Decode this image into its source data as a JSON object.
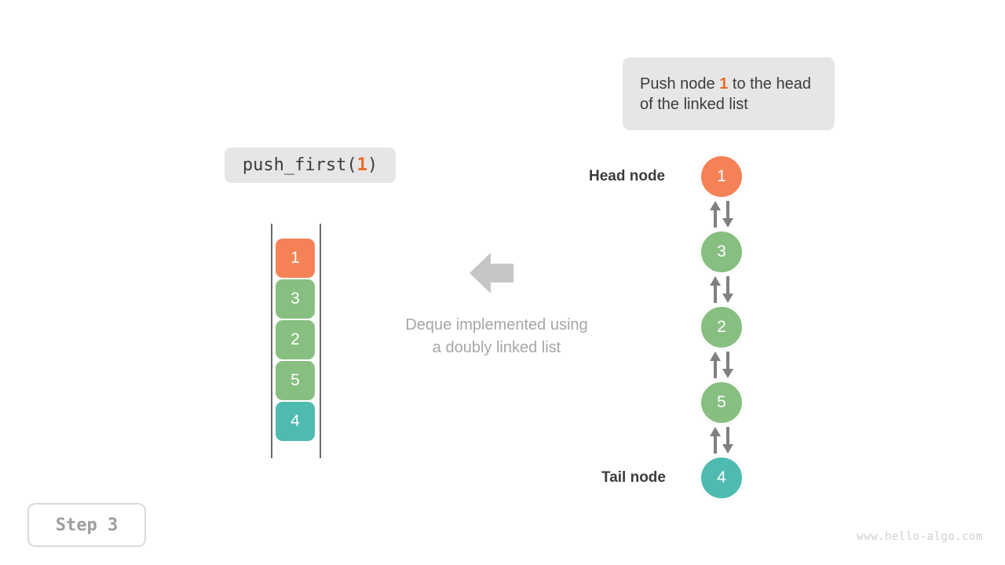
{
  "callout": {
    "text_before": "Push node ",
    "highlight": "1",
    "text_after": " to the head of the linked list",
    "bg_color": "#e6e6e6",
    "highlight_color": "#ec6a28"
  },
  "code_pill": {
    "prefix": "push_first(",
    "arg": "1",
    "suffix": ")",
    "bg_color": "#e6e6e6"
  },
  "array": {
    "cells": [
      {
        "value": "1",
        "color": "#f58257"
      },
      {
        "value": "3",
        "color": "#87bf81"
      },
      {
        "value": "2",
        "color": "#87bf81"
      },
      {
        "value": "5",
        "color": "#87bf81"
      },
      {
        "value": "4",
        "color": "#4fbbb0"
      }
    ],
    "rail_color": "#6b6b6b"
  },
  "center": {
    "arrow_direction": "left",
    "arrow_color": "#c6c6c6",
    "caption_line1": "Deque implemented using",
    "caption_line2": "a doubly linked list",
    "caption_color": "#a6a6a6"
  },
  "linked_list": {
    "nodes": [
      {
        "value": "1",
        "color": "#f58257"
      },
      {
        "value": "3",
        "color": "#87bf81"
      },
      {
        "value": "2",
        "color": "#87bf81"
      },
      {
        "value": "5",
        "color": "#87bf81"
      },
      {
        "value": "4",
        "color": "#4fbbb0"
      }
    ],
    "link_arrow_color": "#808080",
    "head_label": "Head node",
    "tail_label": "Tail node"
  },
  "step_badge": {
    "label": "Step 3",
    "border_color": "#d9d9d9",
    "text_color": "#9e9e9e"
  },
  "watermark": {
    "text": "www.hello-algo.com",
    "color": "#cfcfcf"
  }
}
